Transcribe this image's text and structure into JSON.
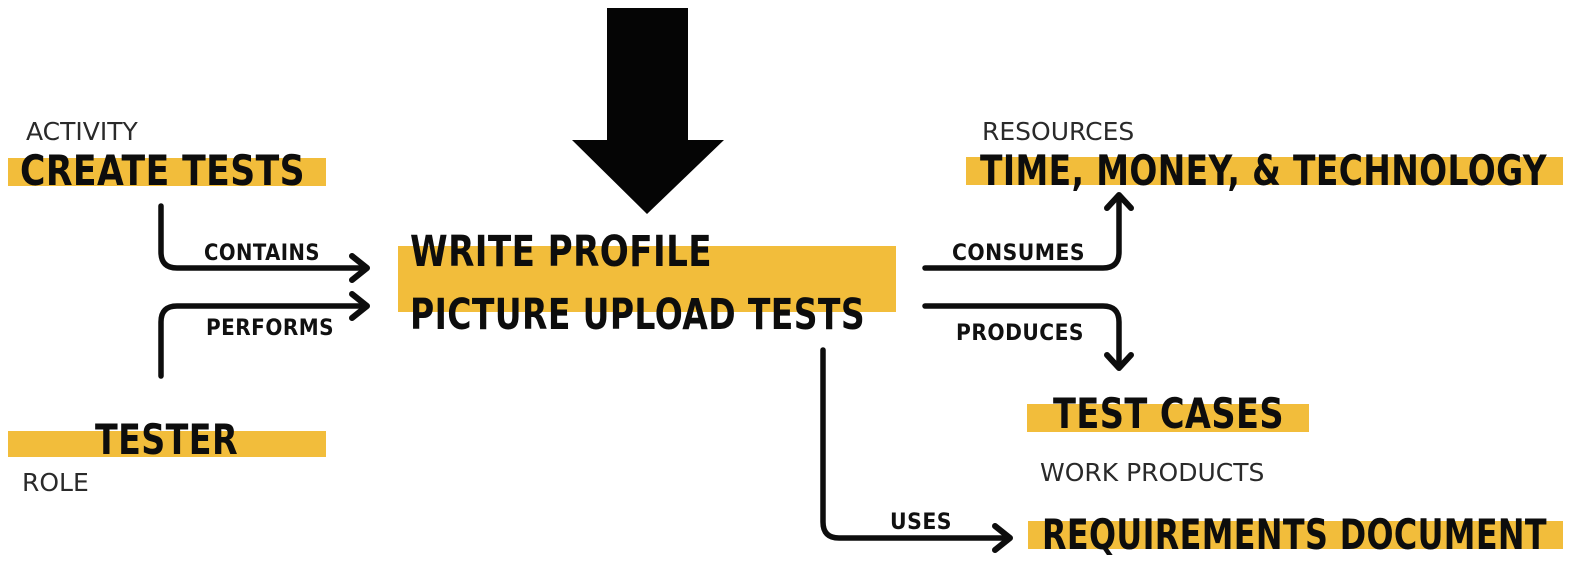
{
  "nodes": {
    "activity": {
      "caption": "ACTIVITY",
      "title": "CREATE TESTS"
    },
    "role": {
      "caption": "ROLE",
      "title": "TESTER"
    },
    "task": {
      "line1": "WRITE PROFILE",
      "line2": "PICTURE UPLOAD TESTS"
    },
    "resources": {
      "caption": "RESOURCES",
      "title": "TIME, MONEY, & TECHNOLOGY"
    },
    "work_products": {
      "caption": "WORK PRODUCTS",
      "title": "TEST CASES"
    },
    "requirements": {
      "title": "REQUIREMENTS DOCUMENT"
    }
  },
  "edges": {
    "contains": "CONTAINS",
    "performs": "PERFORMS",
    "consumes": "CONSUMES",
    "produces": "PRODUCES",
    "uses": "USES"
  },
  "colors": {
    "highlight": "#f2bd3b",
    "ink": "#0d0d0d"
  }
}
